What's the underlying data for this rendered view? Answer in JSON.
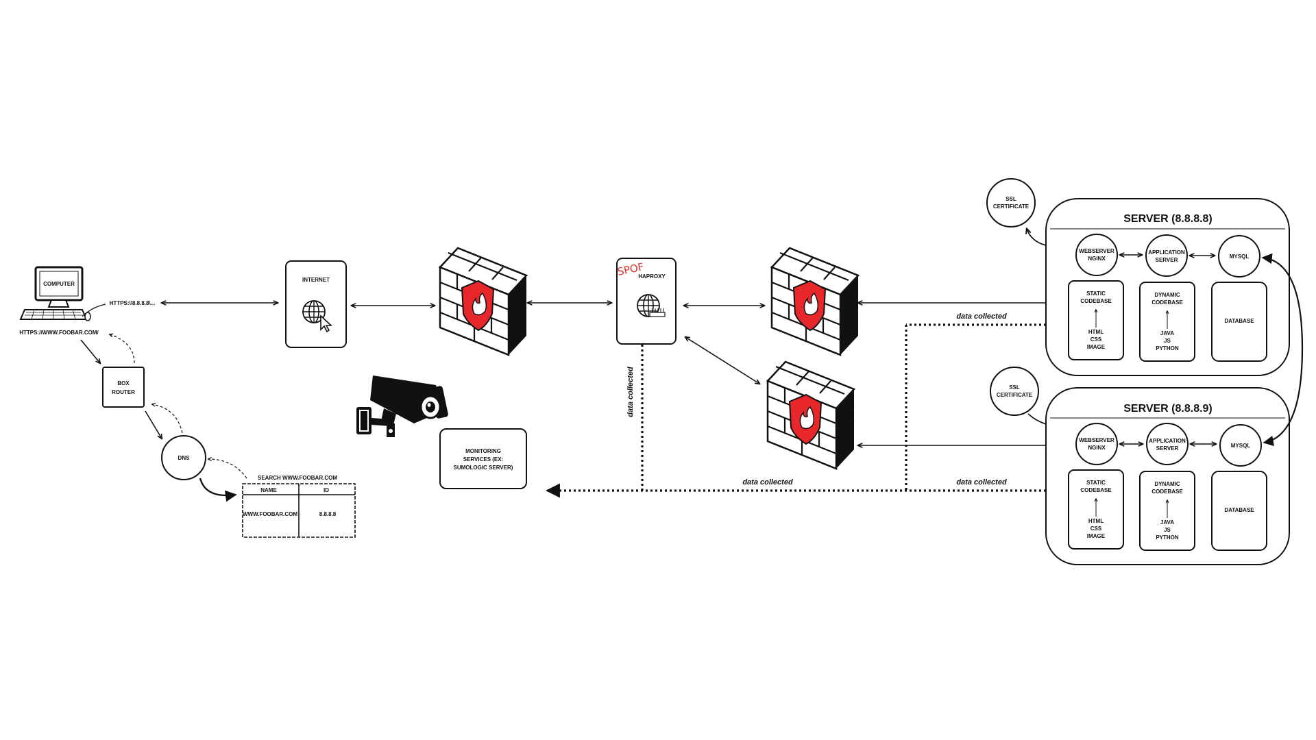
{
  "client": {
    "computer": "COMPUTER",
    "url_ip": "HTTPS:\\\\8.8.8.8\\...",
    "url_domain": "HTTPS://WWW.FOOBAR.COM/",
    "router": [
      "BOX",
      "ROUTER"
    ],
    "dns": "DNS",
    "search_title": "SEARCH WWW.FOOBAR.COM",
    "table": {
      "headers": [
        "NAME",
        "ID"
      ],
      "rows": [
        [
          "WWW.FOOBAR.COM",
          "8.8.8.8"
        ]
      ]
    }
  },
  "internet": "INTERNET",
  "haproxy": {
    "label": "HAPROXY",
    "annotation": "SPOF"
  },
  "monitoring": [
    "MONITORING",
    "SERVICES (EX:",
    "SUMOLOGIC SERVER)"
  ],
  "data_collected": "data collected",
  "ssl": [
    "SSL",
    "CERTIFICATE"
  ],
  "servers": [
    {
      "title": "SERVER (8.8.8.8)",
      "webserver": [
        "WEBSERVER",
        "NGINX"
      ],
      "app": [
        "APPLICATION",
        "SERVER"
      ],
      "mysql": "MYSQL",
      "static": [
        "STATIC",
        "CODEBASE"
      ],
      "static_items": [
        "HTML",
        "CSS",
        "IMAGE"
      ],
      "dynamic": [
        "DYNAMIC",
        "CODEBASE"
      ],
      "dynamic_items": [
        "JAVA",
        "JS",
        "PYTHON"
      ],
      "database": "DATABASE"
    },
    {
      "title": "SERVER (8.8.8.9)",
      "webserver": [
        "WEBSERVER",
        "NGINX"
      ],
      "app": [
        "APPLICATION",
        "SERVER"
      ],
      "mysql": "MYSQL",
      "static": [
        "STATIC",
        "CODEBASE"
      ],
      "static_items": [
        "HTML",
        "CSS",
        "IMAGE"
      ],
      "dynamic": [
        "DYNAMIC",
        "CODEBASE"
      ],
      "dynamic_items": [
        "JAVA",
        "JS",
        "PYTHON"
      ],
      "database": "DATABASE"
    }
  ],
  "icons": {
    "firewall": "firewall-icon",
    "globe": "globe-icon",
    "camera": "security-camera-icon",
    "computer": "computer-icon"
  },
  "colors": {
    "shield": "#e8272a",
    "stroke": "#111111"
  }
}
